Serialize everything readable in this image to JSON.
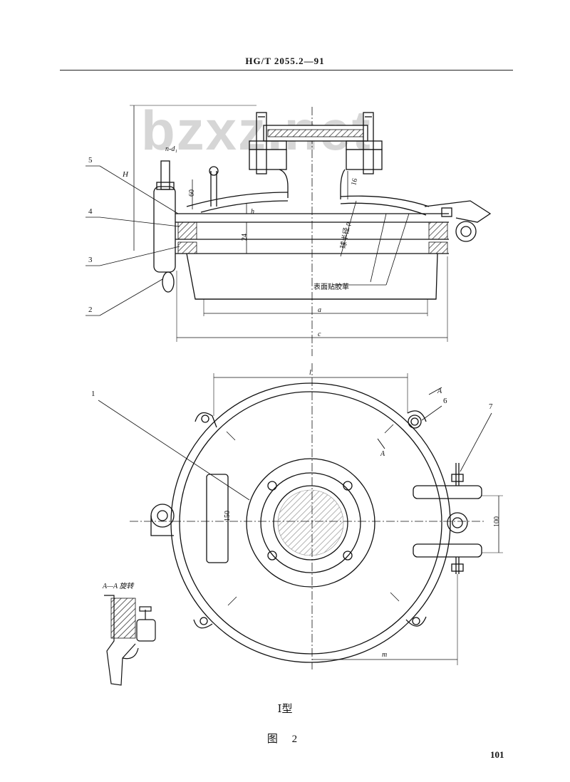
{
  "header": {
    "doc_code": "HG/T 2055.2—91"
  },
  "watermark": "bzxz.net",
  "drawing": {
    "top_view": {
      "part_numbers": [
        "5",
        "4",
        "3",
        "2"
      ],
      "dims": {
        "H": "H",
        "n_d1": "n-d₁",
        "h60": "60",
        "h": "h",
        "d24": "24",
        "d16": "16",
        "a": "a",
        "c": "c"
      },
      "notes": {
        "sphere_radius": "球半径 ρ",
        "surface_rubber": "表面贴胶革"
      }
    },
    "plan_view": {
      "part_numbers": [
        "1",
        "6",
        "7"
      ],
      "dims": {
        "l": "l",
        "d150": "150",
        "d100": "100",
        "m": "m",
        "A_top": "A",
        "A_bottom": "A"
      }
    },
    "section_label": "A—A 旋转"
  },
  "caption": {
    "type": "Ⅰ型",
    "figure": "图 2"
  },
  "page_number": "101"
}
